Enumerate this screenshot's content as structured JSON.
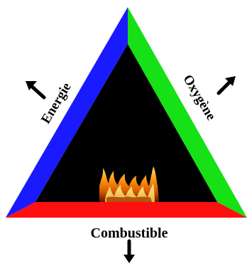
{
  "diagram": {
    "sides": {
      "left": {
        "label": "Energie",
        "color": "#1a1aff"
      },
      "right": {
        "label": "Oxygène",
        "color": "#16e016"
      },
      "bottom": {
        "label": "Combustible",
        "color": "#ff1010"
      }
    },
    "inner_color": "#000000",
    "center_image": "fire-flames"
  }
}
